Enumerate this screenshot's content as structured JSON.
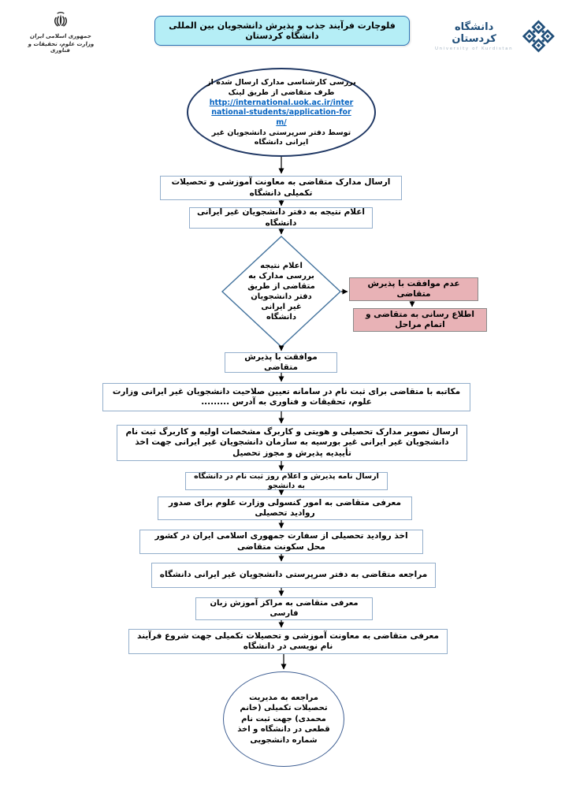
{
  "header": {
    "ministry": {
      "emblem_icon": "iran-emblem",
      "line1": "جمهوری اسلامی ایران",
      "line2": "وزارت علوم، تحقیقات و فناوری"
    },
    "title": "فلوچارت فرآیند جذب و پذیرش دانشجویان بین المللی دانشگاه کردستان",
    "university": {
      "logo_icon": "university-of-kurdistan-logo",
      "name_fa": "دانشگاه کردستان",
      "name_en": "University of Kurdistan"
    }
  },
  "flow": {
    "start": {
      "text_before_link": "بررسی کارشناسی مدارک ارسال شده از طرف متقاضی از طریق لینک",
      "link": "http://international.uok.ac.ir/international-students/application-form/",
      "text_after_link": "توسط دفتر سرپرستی دانشجویان غیر ایرانی دانشگاه"
    },
    "steps": [
      {
        "text": "ارسال مدارک متقاضی به معاونت آموزشی و تحصیلات تکمیلی دانشگاه"
      },
      {
        "text": "اعلام نتیجه به دفتر دانشجویان غیر ایرانی دانشگاه"
      },
      {
        "text": "موافقت با پذیرش متقاضی"
      },
      {
        "text": "مکاتبه با متقاضی برای ثبت نام در سامانه تعیین صلاحیت دانشجویان غیر ایرانی وزارت علوم، تحقیقات و فناوری به آدرس ........."
      },
      {
        "text": "ارسال تصویر مدارک تحصیلی و هویتی و کاربرگ مشخصات اولیه و کاربرگ ثبت نام دانشجویان غیر ایرانی غیر بورسیه به سازمان دانشجویان غیر ایرانی جهت اخذ تأییدیه پذیرش و مجوز تحصیل"
      },
      {
        "text": "ارسال نامه پذیرش و اعلام روز ثبت نام در دانشگاه به دانشجو"
      },
      {
        "text": "معرفی متقاضی به امور کنسولی وزارت علوم برای صدور روادید تحصیلی"
      },
      {
        "text": "اخذ روادید تحصیلی از سفارت جمهوری اسلامی ایران در کشور محل سکونت متقاضی"
      },
      {
        "text": "مراجعه متقاضی به دفتر سرپرستی دانشجویان غیر ایرانی دانشگاه"
      },
      {
        "text": "معرفی متقاضی به مراکز آموزش زبان فارسی"
      },
      {
        "text": "معرفی متقاضی به معاونت آموزشی و تحصیلات تکمیلی جهت شروع فرآیند نام نویسی در دانشگاه"
      }
    ],
    "decision": {
      "text": "اعلام نتیجه بررسی مدارک به متقاضی از طریق دفتر دانشجویان غیر ایرانی دانشگاه"
    },
    "reject_branch": [
      {
        "text": "عدم موافقت با پذیرش متقاضی"
      },
      {
        "text": "اطلاع رسانی به متقاضی و اتمام مراحل"
      }
    ],
    "end": {
      "text": "مراجعه به مدیریت تحصیلات تکمیلی (خانم محمدی) جهت ثبت نام قطعی در دانشگاه و اخذ شماره دانشجویی"
    }
  },
  "colors": {
    "title_bg": "#b5eef6",
    "reject_bg": "#e8b2b6",
    "brand_navy": "#1f4e79",
    "link_blue": "#0563c1",
    "box_border": "#93aecb",
    "ellipse_border": "#203864"
  }
}
